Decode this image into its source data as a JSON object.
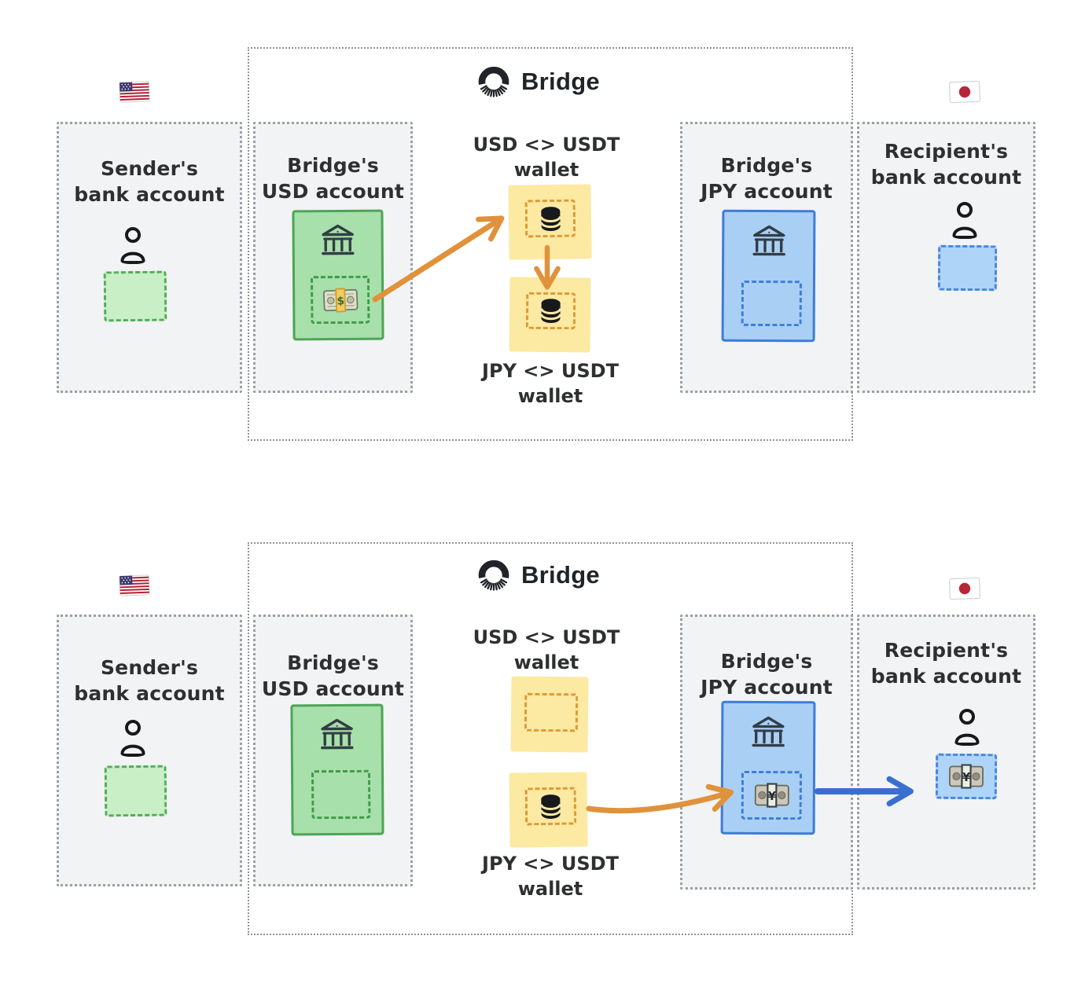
{
  "logo": {
    "text": "Bridge",
    "icon": "bridge-spinner-logo"
  },
  "flags": {
    "us": "us-flag",
    "jp": "japan-flag"
  },
  "labels": {
    "sender": {
      "line1": "Sender's",
      "line2": "bank account"
    },
    "bridge_usd": {
      "line1": "Bridge's",
      "line2": "USD account"
    },
    "bridge_jpy": {
      "line1": "Bridge's",
      "line2": "JPY account"
    },
    "recipient": {
      "line1": "Recipient's",
      "line2": "bank account"
    },
    "usd_usdt_wallet": {
      "line1": "USD <> USDT",
      "line2": "wallet"
    },
    "jpy_usdt_wallet": {
      "line1": "JPY <> USDT",
      "line2": "wallet"
    }
  },
  "colors": {
    "background": "#ffffff",
    "panel_fill": "#f1f3f4",
    "panel_dots": "#9ba0a5",
    "container_dots": "#8d9499",
    "ink": "#2d2f31",
    "green_fill": "#a7e0aa",
    "green_border": "#4da457",
    "green_light_fill": "#c8efc6",
    "yellow_fill": "#fce9a2",
    "orange": "#e0923b",
    "blue_fill": "#a9cff5",
    "blue_border": "#3e7cd8",
    "blue_light_fill": "#aed4f8",
    "blue_arrow": "#3a6fd0",
    "icon_dark": "#323d45"
  },
  "step1": {
    "usd_account_slot": "dollar-banknotes",
    "usd_usdt_wallet_slot": "usdt-database",
    "jpy_usdt_wallet_slot": "usdt-database",
    "jpy_account_slot": "empty",
    "recipient_slot": "empty",
    "flows": [
      {
        "from": "bridge-usd-account",
        "to": "usd-usdt-wallet",
        "color": "orange"
      },
      {
        "from": "usd-usdt-wallet",
        "to": "jpy-usdt-wallet",
        "color": "orange"
      }
    ]
  },
  "step2": {
    "usd_account_slot": "empty",
    "usd_usdt_wallet_slot": "empty",
    "jpy_usdt_wallet_slot": "usdt-database",
    "jpy_account_slot": "yen-banknotes",
    "recipient_slot": "yen-banknotes",
    "flows": [
      {
        "from": "jpy-usdt-wallet",
        "to": "bridge-jpy-account",
        "color": "orange"
      },
      {
        "from": "bridge-jpy-account",
        "to": "recipient-bank-account",
        "color": "blue"
      }
    ]
  }
}
